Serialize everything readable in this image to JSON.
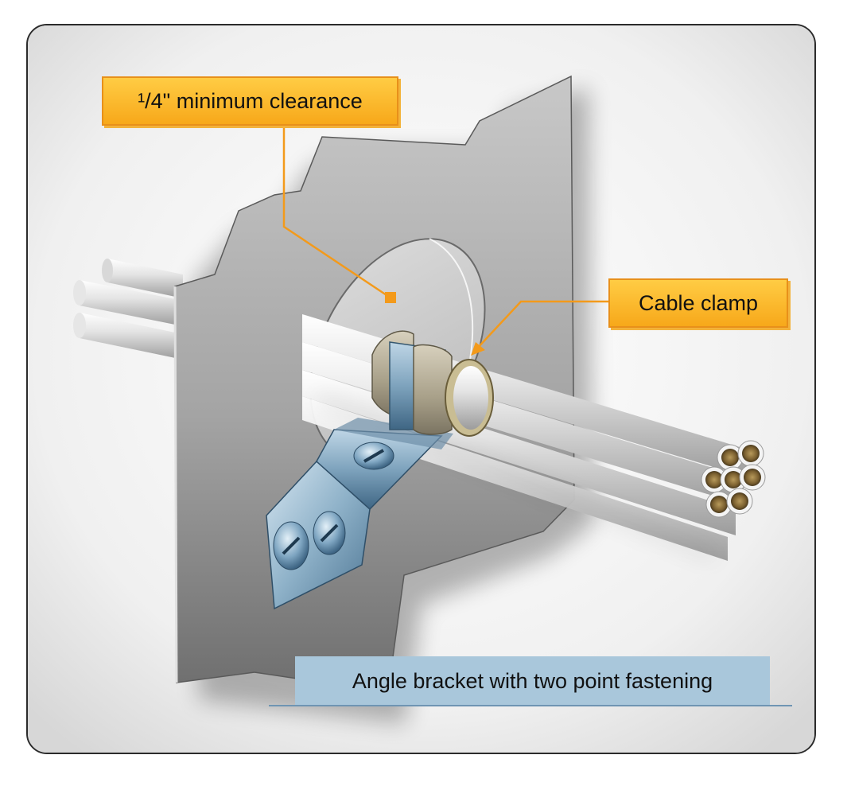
{
  "labels": {
    "clearance": "¹/4\" minimum clearance",
    "clamp": "Cable clamp",
    "caption": "Angle bracket with two point fastening"
  },
  "colors": {
    "callout_fill": "#f7a81a",
    "callout_border": "#e8901a",
    "leader_line": "#f39a1b",
    "caption_bg": "#a9c7db",
    "plate": "#9a9a9a",
    "wire": "#e6e6e6",
    "clamp_band": "#b8b098",
    "bracket": "#5b87a8"
  }
}
